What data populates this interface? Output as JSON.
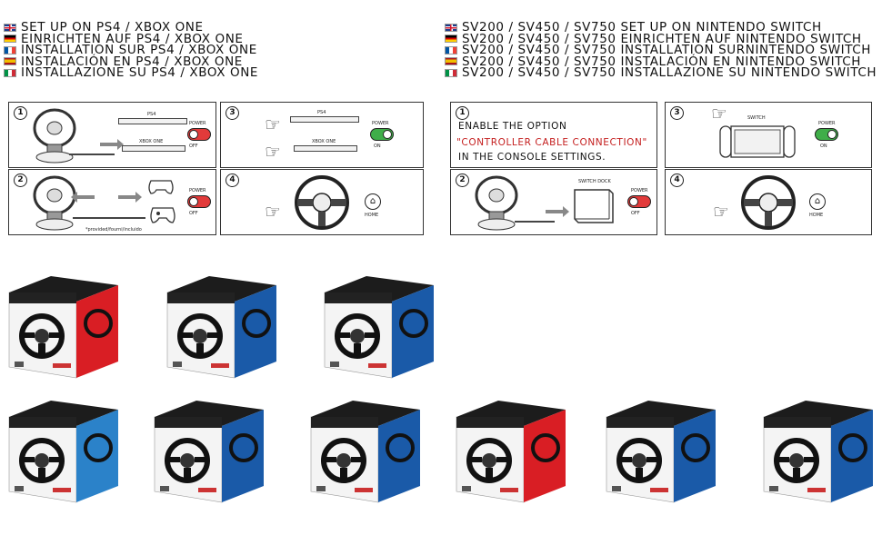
{
  "left_header": {
    "lines": [
      {
        "flag": "uk-flag-icon",
        "text": "SET UP ON PS4 / XBOX ONE"
      },
      {
        "flag": "germany-flag-icon",
        "text": "EINRICHTEN AUF PS4 / XBOX ONE"
      },
      {
        "flag": "france-flag-icon",
        "text": "INSTALLATION SUR PS4 / XBOX ONE"
      },
      {
        "flag": "spain-flag-icon",
        "text": "INSTALACIÓN EN PS4 / XBOX ONE"
      },
      {
        "flag": "italy-flag-icon",
        "text": "INSTALLAZIONE SU PS4 / XBOX ONE"
      }
    ]
  },
  "right_header": {
    "lines": [
      {
        "flag": "uk-flag-icon",
        "text": "SV200 / SV450 / SV750 SET UP ON NINTENDO SWITCH"
      },
      {
        "flag": "germany-flag-icon",
        "text": "SV200 / SV450 / SV750 EINRICHTEN AUF NINTENDO SWITCH"
      },
      {
        "flag": "france-flag-icon",
        "text": "SV200 / SV450 / SV750 INSTALLATION SURNINTENDO SWITCH"
      },
      {
        "flag": "spain-flag-icon",
        "text": "SV200 / SV450 / SV750 INSTALACIÓN EN NINTENDO SWITCH"
      },
      {
        "flag": "italy-flag-icon",
        "text": "SV200 / SV450 / SV750 INSTALLAZIONE SU NINTENDO SWITCH"
      }
    ]
  },
  "ps_steps": {
    "s1": {
      "num": "1",
      "ps4": "PS4",
      "xbox": "XBOX ONE",
      "power": "POWER",
      "state": "OFF"
    },
    "s2": {
      "num": "2",
      "power": "POWER",
      "state": "OFF",
      "note": "*provided/fourni/incluido"
    },
    "s3": {
      "num": "3",
      "ps4": "PS4",
      "xbox": "XBOX ONE",
      "power": "POWER",
      "state": "ON"
    },
    "s4": {
      "num": "4",
      "home": "HOME"
    }
  },
  "switch_steps": {
    "s1": {
      "num": "1",
      "line1": "ENABLE THE OPTION",
      "line2": "\"CONTROLLER CABLE CONNECTION\"",
      "line3": "IN THE CONSOLE SETTINGS."
    },
    "s2": {
      "num": "2",
      "dock": "SWITCH DOCK",
      "power": "POWER",
      "state": "OFF"
    },
    "s3": {
      "num": "3",
      "switch": "SWITCH",
      "power": "POWER",
      "state": "ON"
    },
    "s4": {
      "num": "4",
      "home": "HOME"
    }
  },
  "colors": {
    "off_red": "#e23a3a",
    "on_green": "#3fae49",
    "text_red": "#c41e1e"
  }
}
